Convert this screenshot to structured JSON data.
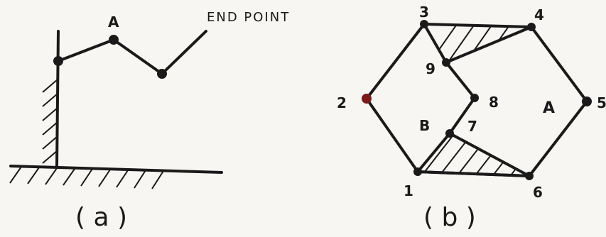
{
  "figure_a": {
    "caption": "( a )",
    "label_a": "A",
    "end_point_label": "END POINT"
  },
  "figure_b": {
    "caption": "( b )",
    "node_labels": [
      "1",
      "2",
      "3",
      "4",
      "5",
      "6",
      "7",
      "8",
      "9"
    ],
    "region_a": "A",
    "region_b": "B"
  },
  "colors": {
    "ink": "#1a1a1a",
    "paper": "#f7f6f2",
    "joint_2": "#7a1a1a"
  }
}
